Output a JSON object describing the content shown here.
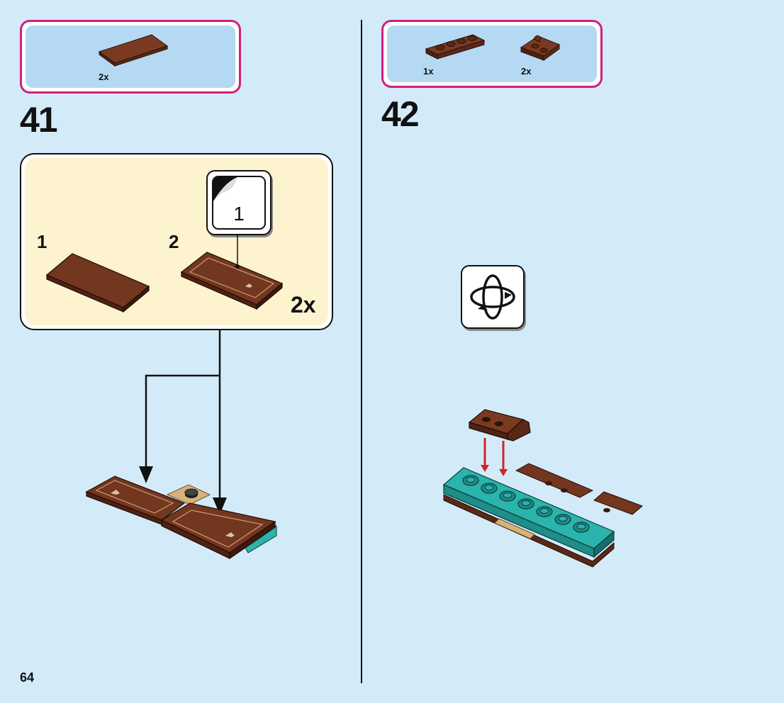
{
  "page": {
    "number": "64"
  },
  "step41": {
    "number": "41",
    "parts": [
      {
        "name": "brown-tile-2x4",
        "qty": "2x"
      }
    ],
    "substeps": [
      {
        "number": "1"
      },
      {
        "number": "2"
      }
    ],
    "sticker_number": "1",
    "subassembly_qty": "2x"
  },
  "step42": {
    "number": "42",
    "parts": [
      {
        "name": "brown-plate-1x4",
        "qty": "1x"
      },
      {
        "name": "brown-bracket-plate",
        "qty": "2x"
      }
    ],
    "rotate_icon": "rotate-model-icon"
  },
  "colors": {
    "background": "#d3ebf9",
    "parts_border": "#d21f7d",
    "parts_fill": "#b5d9f2",
    "subassembly_fill": "#fdf3cf",
    "brick_brown": "#6e3421",
    "brick_teal": "#2bb3ad",
    "arrow_red": "#d2232a"
  }
}
